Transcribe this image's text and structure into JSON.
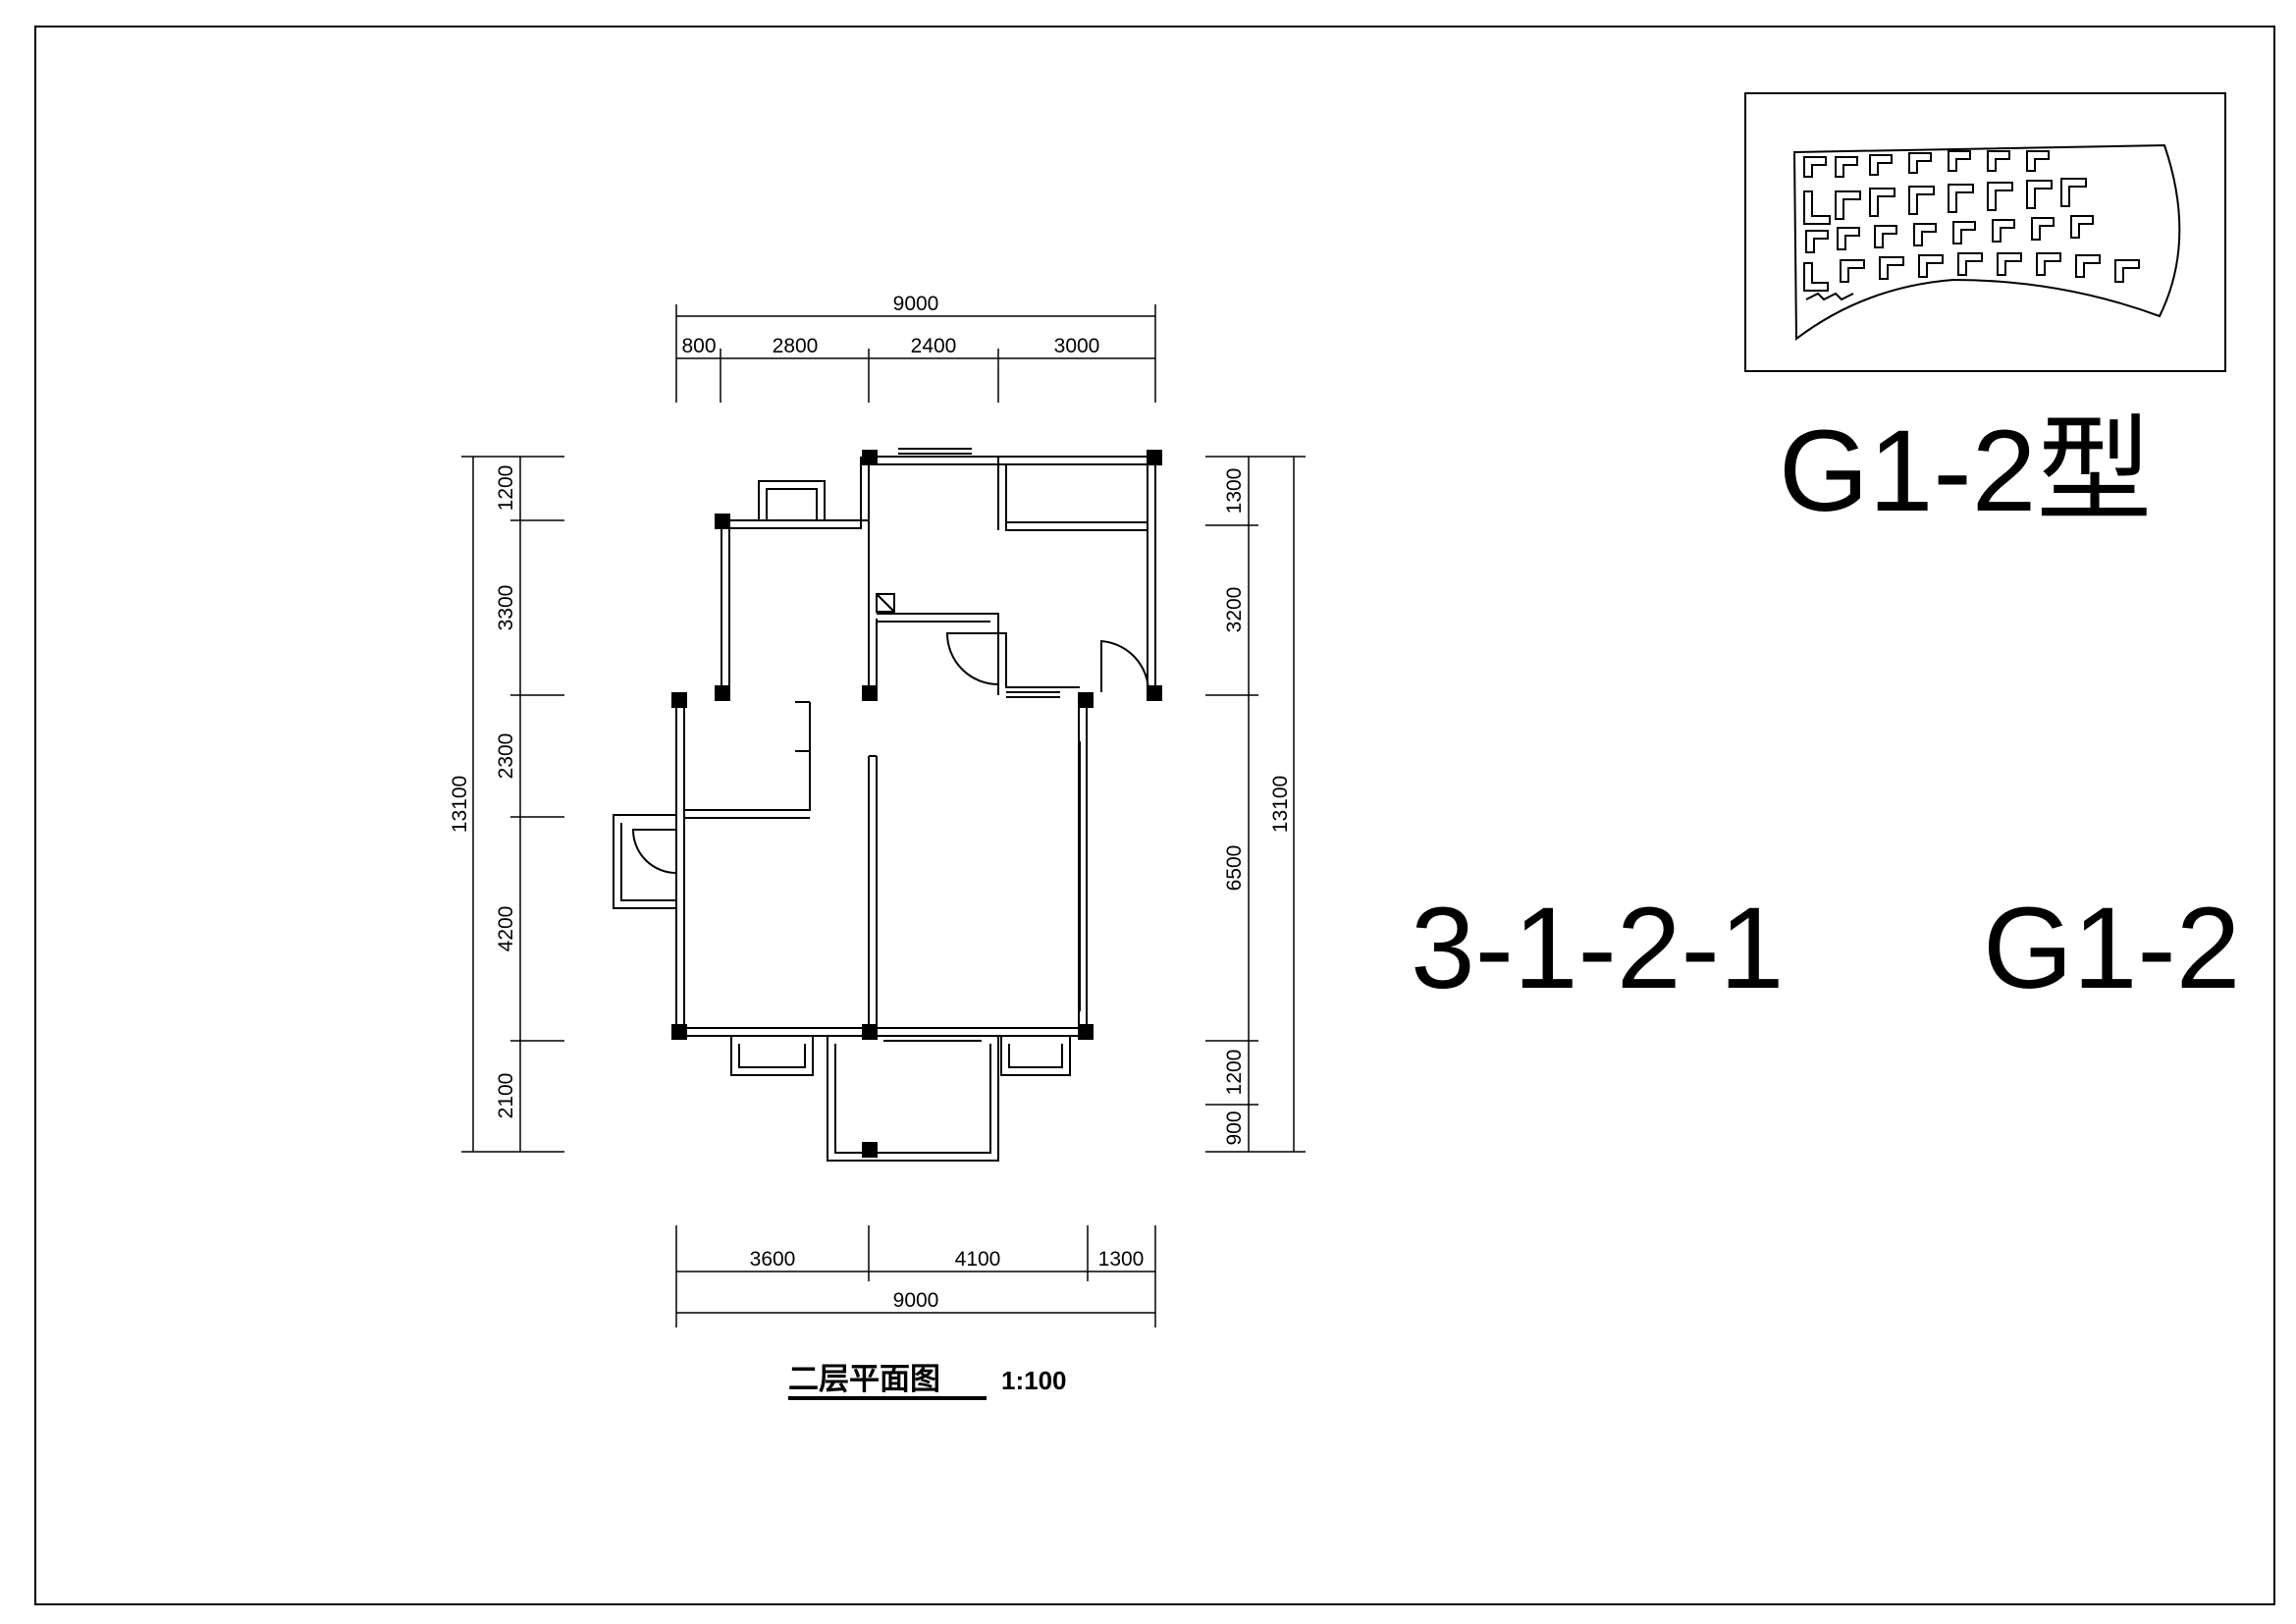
{
  "plan": {
    "type_label": "G1-2型",
    "code_left": "3-1-2-1",
    "code_right": "G1-2",
    "drawing_title": "二层平面图",
    "scale": "1:100"
  },
  "dimensions": {
    "top_total": "9000",
    "top_segments": [
      "800",
      "2800",
      "2400",
      "3000"
    ],
    "bottom_segments": [
      "3600",
      "4100",
      "1300"
    ],
    "bottom_total": "9000",
    "left_total": "13100",
    "left_segments": [
      "1200",
      "3300",
      "2300",
      "4200",
      "2100"
    ],
    "right_segments": [
      "1300",
      "3200",
      "6500",
      "1200",
      "900"
    ],
    "right_total": "13100"
  },
  "colors": {
    "line": "#000000",
    "paper": "#ffffff"
  }
}
